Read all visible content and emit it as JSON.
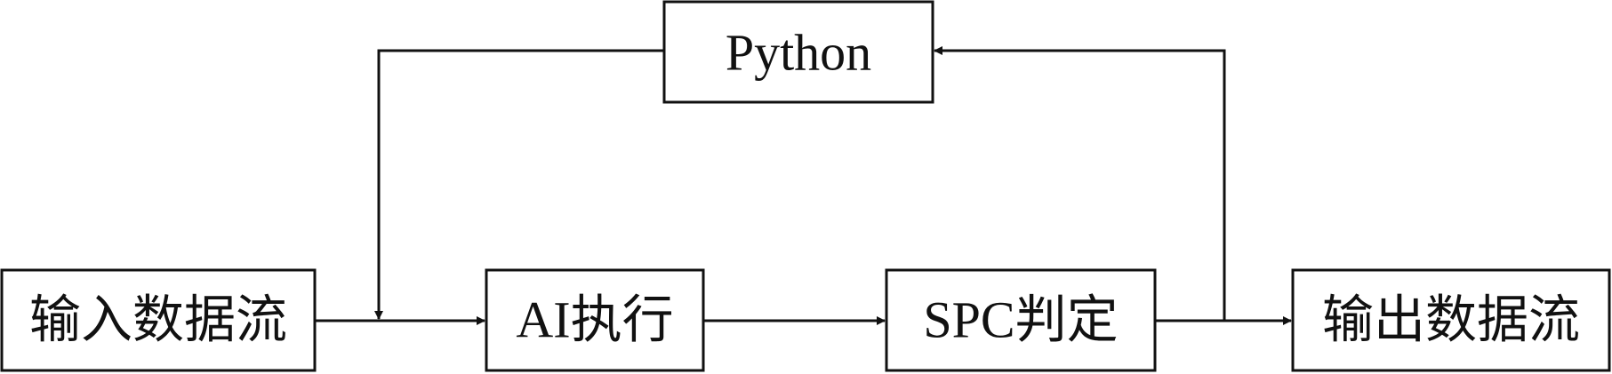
{
  "nodes": {
    "python": {
      "label": "Python"
    },
    "input_stream": {
      "label": "输入数据流"
    },
    "ai_exec": {
      "label": "AI执行"
    },
    "spc_judge": {
      "label": "SPC判定"
    },
    "output_stream": {
      "label": "输出数据流"
    }
  },
  "colors": {
    "stroke": "#111111",
    "background": "#ffffff"
  }
}
